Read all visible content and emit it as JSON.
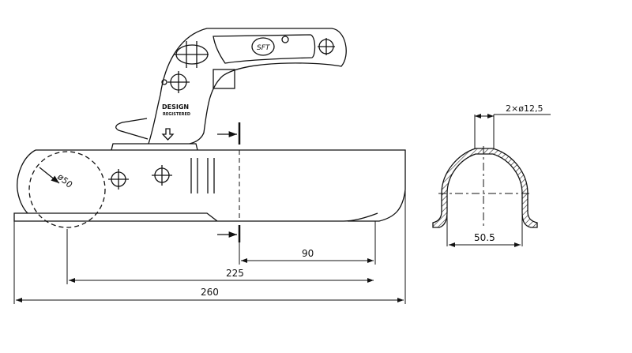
{
  "drawing": {
    "handle_text": {
      "line1": "DESIGN",
      "line2": "REGISTERED"
    },
    "logo": {
      "text": "SFT",
      "mark": "®"
    },
    "ball_diameter": "ø50",
    "dimensions": {
      "d90": "90",
      "d225": "225",
      "d260": "260"
    },
    "profile": {
      "holes": "2×ø12,5",
      "width": "50.5"
    }
  }
}
